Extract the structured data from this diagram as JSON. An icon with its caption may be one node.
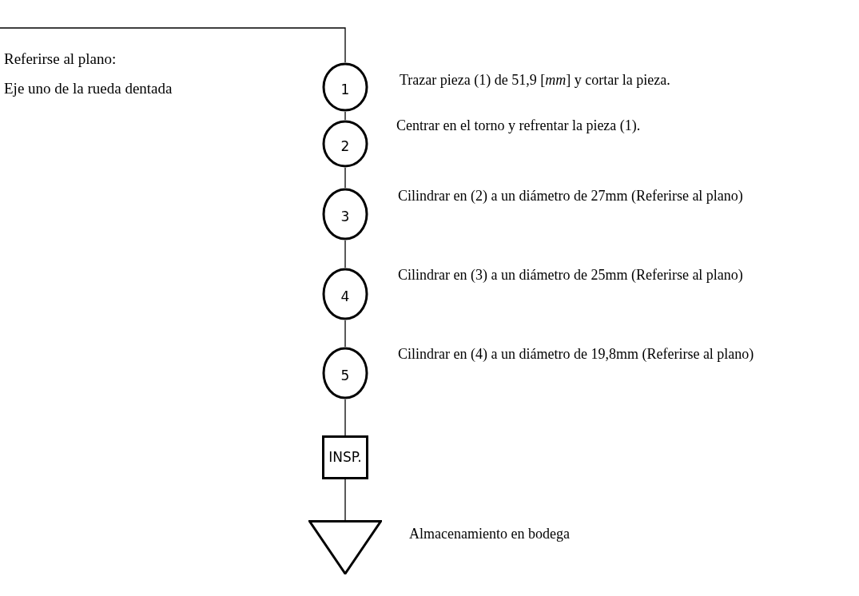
{
  "diagram": {
    "nodes": [
      {
        "text": [
          "1"
        ],
        "beside": [
          "Trazar pieza (1) de 51,9 [*mm*]  y cortar la pieza."
        ]
      },
      {
        "text": [
          "2"
        ],
        "beside": [
          "Centrar en el torno y refrentar la pieza (1)."
        ]
      },
      {
        "text": [
          "3"
        ],
        "beside": [
          "Cilindrar en (2) a un diámetro de 27mm (Referirse al plano)"
        ]
      },
      {
        "text": [
          "4"
        ],
        "beside": [
          "Cilindrar en (3) a un diámetro de 25mm (Referirse al plano)"
        ]
      },
      {
        "text": [
          "5"
        ],
        "beside": [
          "Cilindrar en (4) a un diámetro de 19,8mm (Referirse al plano)"
        ]
      },
      {
        "text": [
          "INSP."
        ]
      },
      {
        "text": [],
        "shape": "triangle",
        "beside": [
          "Almacenamiento en bodega"
        ]
      }
    ],
    "edges": [
      {
        "from": null,
        "to": 0,
        "arrow": "none"
      },
      {
        "from": 0,
        "to": 1,
        "arrow": "none"
      },
      {
        "from": 1,
        "to": 2,
        "arrow": "none"
      },
      {
        "from": 2,
        "to": 3,
        "arrow": "none"
      },
      {
        "from": 3,
        "to": 4,
        "arrow": "none"
      },
      {
        "from": 4,
        "to": 5,
        "arrow": "none"
      },
      {
        "from": 5,
        "to": 6,
        "arrow": "none"
      }
    ],
    "labels": [
      "Referirse al plano:",
      "Eje uno de la rueda dentada"
    ]
  }
}
